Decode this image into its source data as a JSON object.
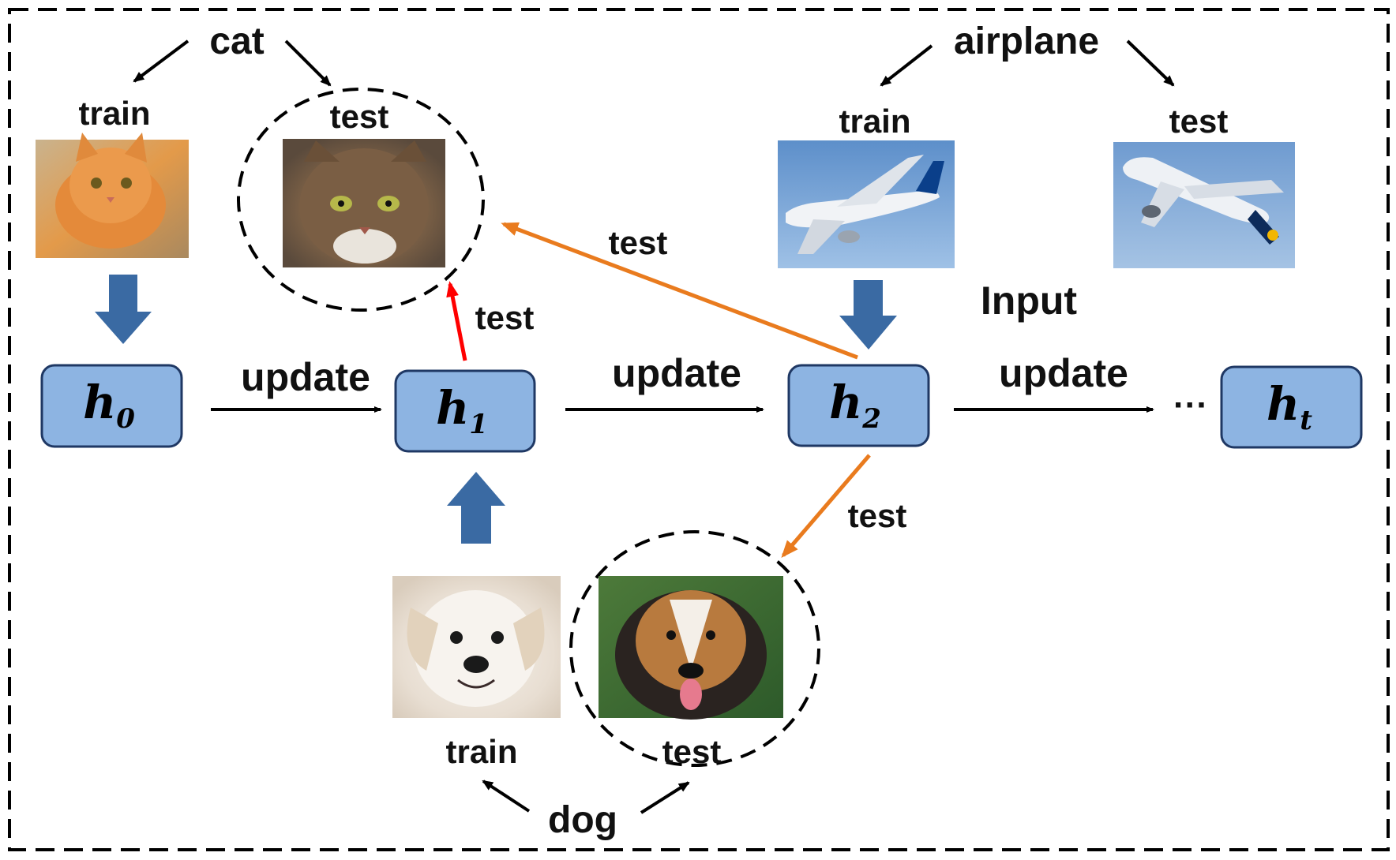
{
  "colors": {
    "node_fill": "#8db4e2",
    "node_stroke": "#1f3864",
    "block_arrow": "#3a6aa3",
    "highlight_arrow": "#ff0000",
    "cross_test_arrow": "#e97b1e",
    "line": "#000000"
  },
  "nodes": [
    {
      "symbol": "h",
      "subscript": "0"
    },
    {
      "symbol": "h",
      "subscript": "1"
    },
    {
      "symbol": "h",
      "subscript": "2"
    },
    {
      "symbol": "h",
      "subscript": "t"
    }
  ],
  "edge_labels": [
    "update",
    "update",
    "update"
  ],
  "ellipsis": "···",
  "input_label": "Input",
  "classes": {
    "cat": {
      "name": "cat",
      "train": "train",
      "test": "test",
      "train_image": "orange tabby cat photo",
      "test_image": "brown tabby cat photo"
    },
    "airplane": {
      "name": "airplane",
      "train": "train",
      "test": "test",
      "train_image": "white airliner photo",
      "test_image": "airliner taking off photo"
    },
    "dog": {
      "name": "dog",
      "train": "train",
      "test": "test",
      "train_image": "white puppy photo",
      "test_image": "collie dog photo"
    }
  },
  "test_edges": {
    "h1_to_cat_test": "test",
    "h2_to_cat_test": "test",
    "h2_to_dog_test": "test"
  }
}
